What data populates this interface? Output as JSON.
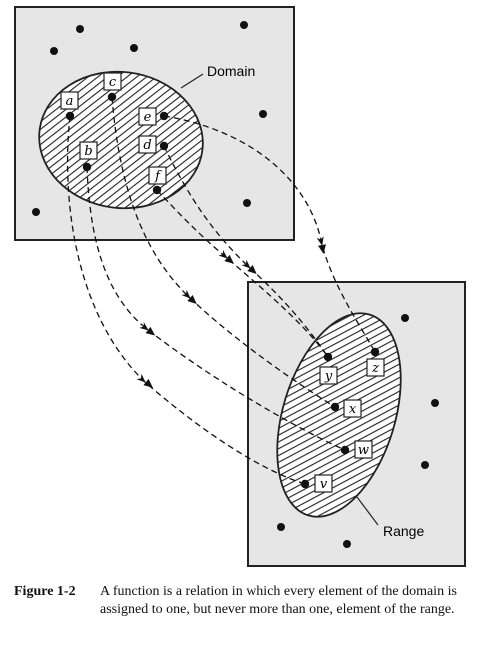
{
  "domain_label": "Domain",
  "range_label": "Range",
  "domain_elements": [
    "a",
    "b",
    "c",
    "d",
    "e",
    "f"
  ],
  "range_elements": [
    "v",
    "w",
    "x",
    "y",
    "z"
  ],
  "mapping": [
    {
      "from": "a",
      "to": "v"
    },
    {
      "from": "b",
      "to": "w"
    },
    {
      "from": "c",
      "to": "x"
    },
    {
      "from": "d",
      "to": "y"
    },
    {
      "from": "e",
      "to": "z"
    },
    {
      "from": "f",
      "to": "y"
    }
  ],
  "caption": {
    "number": "Figure 1-2",
    "text": "A function is a relation in which every element of the domain is assigned to one, but never more than one, element of the range."
  },
  "colors": {
    "box_fill": "#e6e6e6",
    "stroke": "#222222"
  }
}
